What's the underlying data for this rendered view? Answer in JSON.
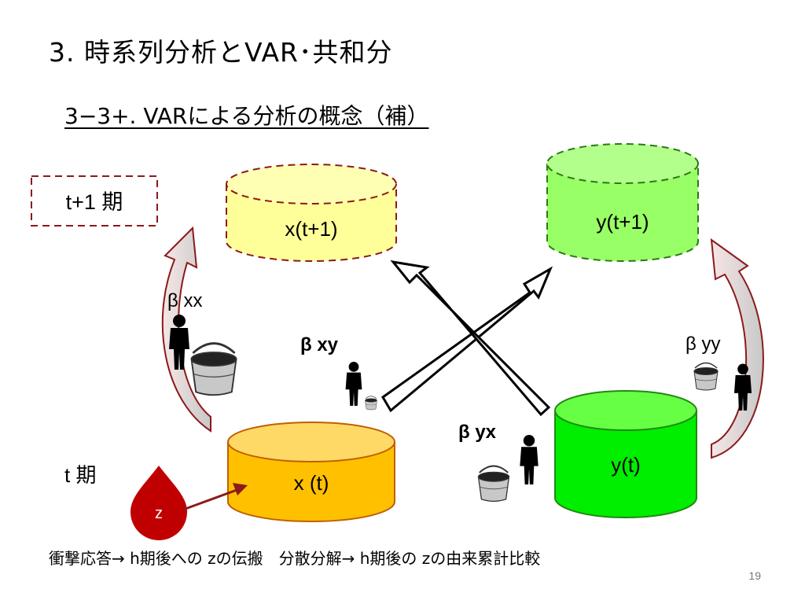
{
  "slide": {
    "title": "3. 時系列分析とVAR･共和分",
    "subtitle": "3−3+. VARによる分析の概念（補）",
    "caption": "衝撃応答→ h期後への zの伝搬　分散分解→ h期後の zの由来累計比較",
    "page_number": "19"
  },
  "periods": {
    "next": "t+1 期",
    "current": "t 期"
  },
  "cylinders": {
    "x_next": "x(t+1)",
    "y_next": "y(t+1)",
    "x_now": "x (t)",
    "y_now": "y(t)"
  },
  "coefficients": {
    "bxx": "β xx",
    "bxy": "β xy",
    "byy": "β yy",
    "byx": "β yx"
  },
  "shock": {
    "label": "z"
  },
  "colors": {
    "x_next_fill": "#ffff99",
    "y_next_fill": "#99ff66",
    "x_now_fill": "#ffc000",
    "y_now_fill": "#00ee00",
    "dashed_border": "#8b1a1a",
    "shock_drop": "#c00000"
  },
  "icons": [
    "person-icon",
    "bucket-icon"
  ]
}
